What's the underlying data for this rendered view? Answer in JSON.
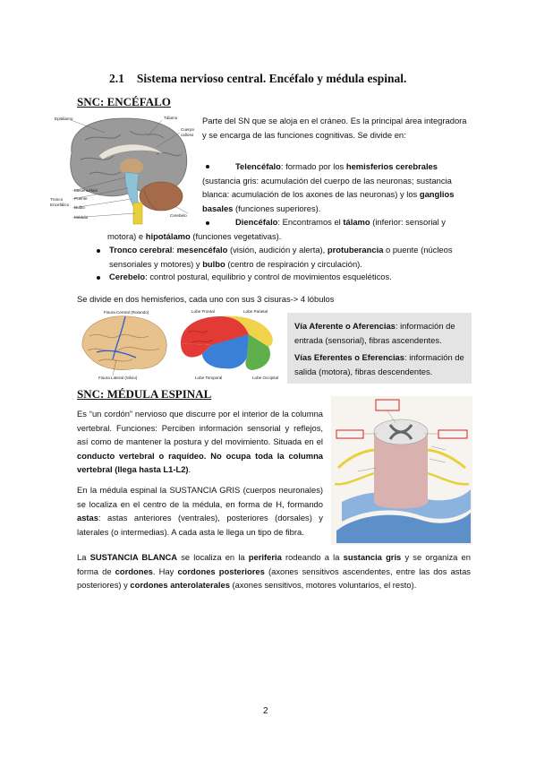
{
  "heading": {
    "number": "2.1",
    "title": "Sistema nervioso central. Encéfalo y médula espinal."
  },
  "encefalo": {
    "section_title": "SNC: ENCÉFALO",
    "intro": "Parte del SN que se aloja en el cráneo. Es la principal área integradora y se encarga de las funciones cognitivas. Se divide en:",
    "telencefalo": {
      "term": "Telencéfalo",
      "t1": ": formado por los ",
      "t1b": "hemisferios cerebrales",
      "t2": " (sustancia gris: acumulación del cuerpo de las neuronas; sustancia blanca: acumulación de los axones de las neuronas) y los ",
      "t2b": "ganglios basales",
      "t3": " (funciones superiores)."
    },
    "diencefalo": {
      "term": "Diencéfalo",
      "t1": ": Encontramos el ",
      "t1b": "tálamo",
      "t2": " (inferior: sensorial y motora) e ",
      "t2b": "hipotálamo",
      "t3": " (funciones vegetativas)."
    },
    "tronco": {
      "term": "Tronco cerebral",
      "t1": ": ",
      "t1b": "mesencéfalo",
      "t2": " (visión, audición y alerta), ",
      "t2b": "protuberancia",
      "t3": " o puente (núcleos sensoriales y motores) y ",
      "t3b": "bulbo",
      "t4": " (centro de respiración y circulación)."
    },
    "cerebelo": {
      "term": "Cerebelo",
      "t1": ": control postural, equilibrio y control de movimientos esqueléticos."
    },
    "hemisferios": "Se divide en dos hemisferios, cada uno con sus 3 cisuras-> 4 lóbulos",
    "brain_labels": {
      "epitalamo": "Epitálamo",
      "talamo": "Tálamo",
      "cuerpo": "Cuerpo",
      "calloso": "calloso",
      "mesencefalo": "Mesencéfalo",
      "puente": "Puente",
      "bulbo": "Bulbo",
      "medula": "Médula",
      "tronco": "Tronco",
      "encefalo": "Encefálico",
      "cerebelo": "Cerebelo"
    },
    "lobe_labels": {
      "cisura_central": "Fisura Central (Rolando)",
      "cisura_lateral": "Fisura Lateral (Silvio)",
      "frontal": "Lobe Frontal",
      "parietal": "Lobe Parietal",
      "temporal": "Lobe Temporal",
      "occipital": "Lobe Occipital"
    }
  },
  "vias": {
    "aferente_term": "Vía Aferente o Aferencias",
    "aferente_text": ": información de entrada (sensorial), fibras ascendentes.",
    "eferente_term": "Vías Eferentes o Eferencias",
    "eferente_text": ": información de salida (motora), fibras descendentes."
  },
  "medula": {
    "section_title": "SNC: MÉDULA ESPINAL",
    "p1a": "Es “un cordón” nervioso que discurre por el interior de la columna vertebral. Funciones: Perciben información sensorial y reflejos, así como de mantener la postura y del movimiento. Situada en el ",
    "p1b": "conducto vertebral o raquídeo",
    "p1c": ". No ocupa toda la columna vertebral ",
    "p1d": "(llega hasta L1-L2)",
    "p1e": ".",
    "p2a": "En la médula espinal la SUSTANCIA GRIS (cuerpos neuronales) se localiza en el centro de la médula, en forma de H, formando ",
    "p2b": "astas",
    "p2c": ": astas anteriores (ventrales), posteriores (dorsales) y laterales (o intermedias). A cada asta le llega un tipo de fibra.",
    "p3a": "La ",
    "p3b": "SUSTANCIA BLANCA",
    "p3c": " se localiza en la ",
    "p3d": "periferia",
    "p3e": " rodeando a la ",
    "p3f": "sustancia gris",
    "p3g": " y se organiza en forma de ",
    "p3h": "cordones",
    "p3i": ". Hay ",
    "p3j": "cordones posteriores",
    "p3k": " (axones sensitivos ascendentes, entre las dos astas posteriores) y ",
    "p3l": "cordones anterolaterales",
    "p3m": " (axones sensitivos, motores voluntarios, el resto)."
  },
  "page_number": "2",
  "colors": {
    "text": "#111111",
    "box_bg": "#e4e4e4",
    "brain_gray": "#9a9a9a",
    "cerebellum": "#a46a4a",
    "spine_blue": "#5d8fc9",
    "label_red": "#d22222"
  }
}
